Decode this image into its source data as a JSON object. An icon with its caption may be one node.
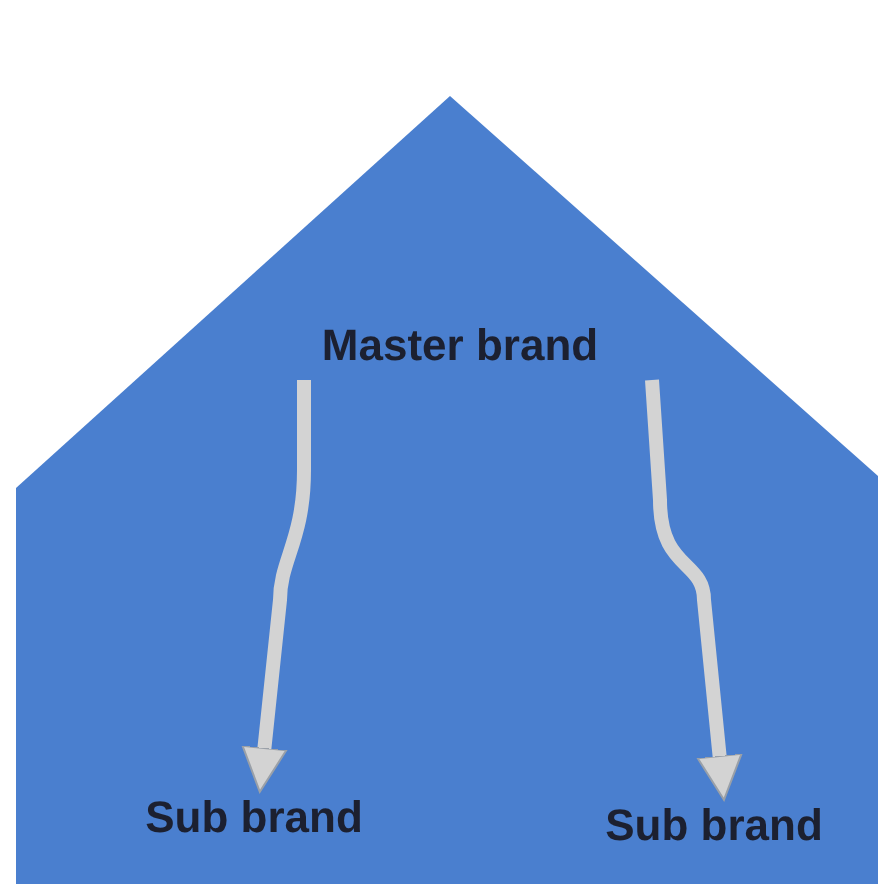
{
  "diagram": {
    "nodes": [
      {
        "text": [],
        "shape": "house"
      },
      {
        "text": [
          "Master brand"
        ],
        "in": 0
      },
      {
        "text": [
          "Sub brand"
        ],
        "in": 0
      },
      {
        "text": [
          "Sub brand"
        ],
        "in": 0
      }
    ],
    "edges": [
      {
        "from": 1,
        "to": 2,
        "arrow": "to"
      },
      {
        "from": 1,
        "to": 3,
        "arrow": "to"
      }
    ]
  }
}
